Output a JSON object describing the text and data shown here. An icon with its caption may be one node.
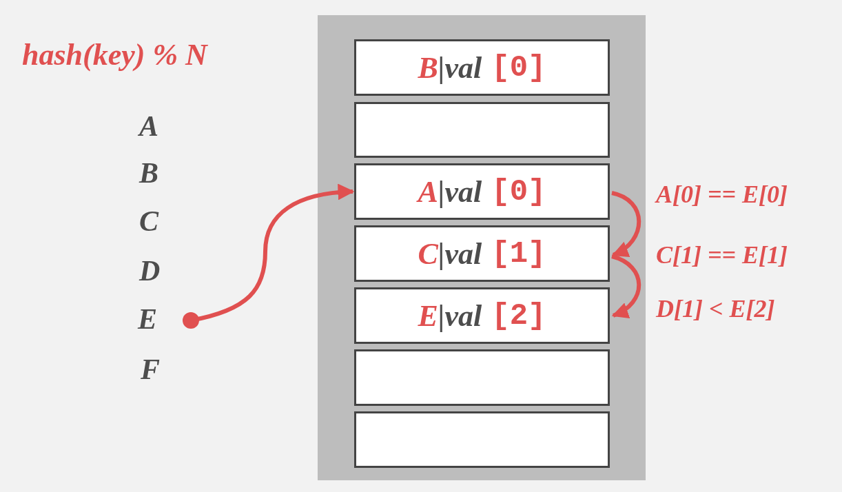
{
  "diagram": {
    "nodes": [
      {
        "text": [],
        "shape": "box"
      },
      {
        "text": [
          "B",
          "|val",
          "[0]"
        ],
        "in": 0
      },
      {
        "text": [],
        "shape": "box",
        "in": 0
      },
      {
        "text": [
          "A",
          "|val",
          "[0]"
        ],
        "in": 0
      },
      {
        "text": [
          "C",
          "|val",
          "[1]"
        ],
        "in": 0
      },
      {
        "text": [
          "E",
          "|val",
          "[2]"
        ],
        "in": 0
      },
      {
        "text": [],
        "shape": "box",
        "in": 0
      },
      {
        "text": [],
        "shape": "box",
        "in": 0
      },
      {
        "text": [
          "E"
        ]
      }
    ],
    "edges": [
      {
        "from": 8,
        "to": 3,
        "arrow": "to"
      },
      {
        "from": 3,
        "to": 4,
        "arrow": "to"
      },
      {
        "from": 4,
        "to": 5,
        "arrow": "to"
      }
    ],
    "labels": [
      "hash(key) % N",
      "A",
      "B",
      "C",
      "D",
      "F",
      "A[0] == E[0]",
      "C[1] == E[1]",
      "D[1] < E[2]"
    ]
  }
}
